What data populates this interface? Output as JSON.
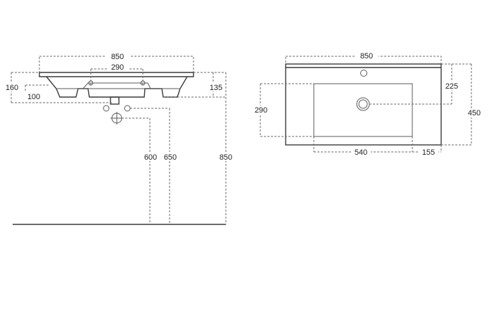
{
  "front_view": {
    "overall_width": "850",
    "tap_spacing": "290",
    "left_depth": "160",
    "left_offset": "100",
    "right_depth": "135",
    "trap_height_1": "600",
    "trap_height_2": "650",
    "total_height": "850"
  },
  "top_view": {
    "overall_width": "850",
    "bowl_height": "290",
    "tap_to_back": "225",
    "overall_depth": "450",
    "bowl_width": "540",
    "bowl_right_margin": "155"
  }
}
